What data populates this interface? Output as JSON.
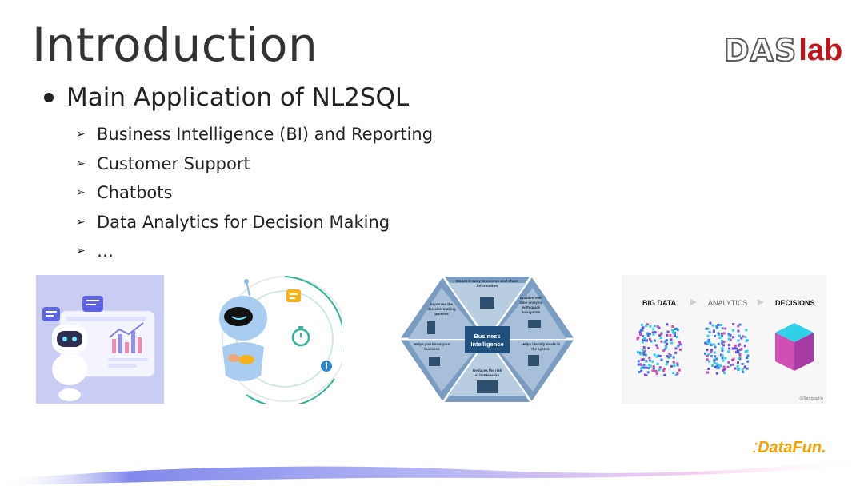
{
  "slide": {
    "title": "Introduction",
    "logo": {
      "part1": "DAS",
      "part2": "lab"
    },
    "main_bullet": "Main Application of NL2SQL",
    "sub_items": [
      "Business Intelligence (BI) and Reporting",
      "Customer Support",
      "Chatbots",
      "Data Analytics for Decision Making",
      "…"
    ],
    "bi_figure": {
      "center": [
        "Business",
        "Intelligence"
      ],
      "top": [
        "Makes it easy to access and share",
        "information"
      ],
      "top_right": [
        "Enables real-",
        "time analysis",
        "with quick",
        "navigation"
      ],
      "right": [
        "Helps identify waste in",
        "the system"
      ],
      "bottom": [
        "Reduces the risk",
        "of bottlenecks"
      ],
      "left": [
        "Helps you know your",
        "business"
      ],
      "top_left": [
        "Improves the",
        "decision making",
        "process"
      ]
    },
    "data_figure": {
      "big_data": "BIG DATA",
      "analytics": "ANALYTICS",
      "decisions": "DECISIONS",
      "credit": "@Sangoplin"
    },
    "footer_brand": "DataFun."
  }
}
